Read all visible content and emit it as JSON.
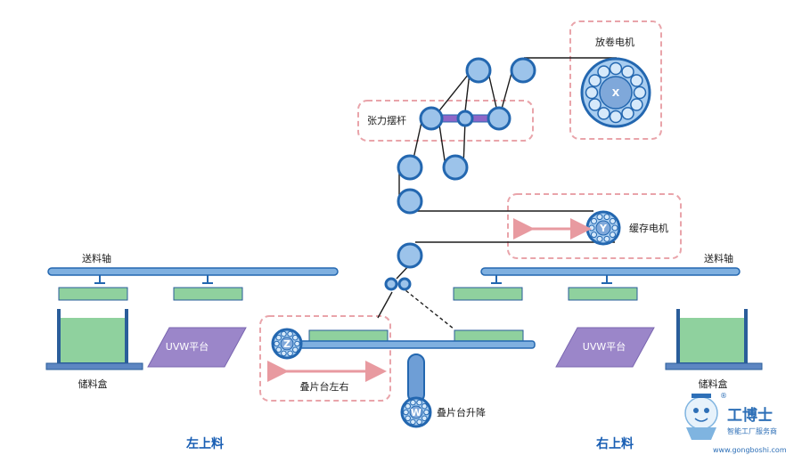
{
  "labels": {
    "unwind_motor": "放卷电机",
    "tension_arm": "张力摆杆",
    "buffer_motor": "缓存电机",
    "feed_shaft_left": "送料轴",
    "feed_shaft_right": "送料轴",
    "uvw_left": "UVW平台",
    "uvw_right": "UVW平台",
    "bin_left": "储料盒",
    "bin_right": "储料盒",
    "stack_lr": "叠片台左右",
    "stack_lift": "叠片台升降",
    "left_load": "左上料",
    "right_load": "右上料"
  },
  "motor_letters": {
    "x": "X",
    "y": "Y",
    "z": "Z",
    "w": "W"
  },
  "logo": {
    "name": "工博士",
    "subtitle": "智能工厂服务商",
    "url": "www.gongboshi.com",
    "registered": "®"
  },
  "colors": {
    "roller_fill": "#9cc3ea",
    "roller_stroke": "#2367b0",
    "shaft_fill": "#7fb0e0",
    "shaft_stroke": "#2367b0",
    "platform_green": "#8fd19e",
    "bin_fill": "#8fd19e",
    "bin_stroke": "#2a5d9a",
    "uvw_purple": "#9b86c9",
    "dashed_box": "#e9a4aa",
    "arrow_pink": "#e89aa0",
    "text_blue": "#1a5fb4",
    "swing_bar": "#8e66c7"
  }
}
